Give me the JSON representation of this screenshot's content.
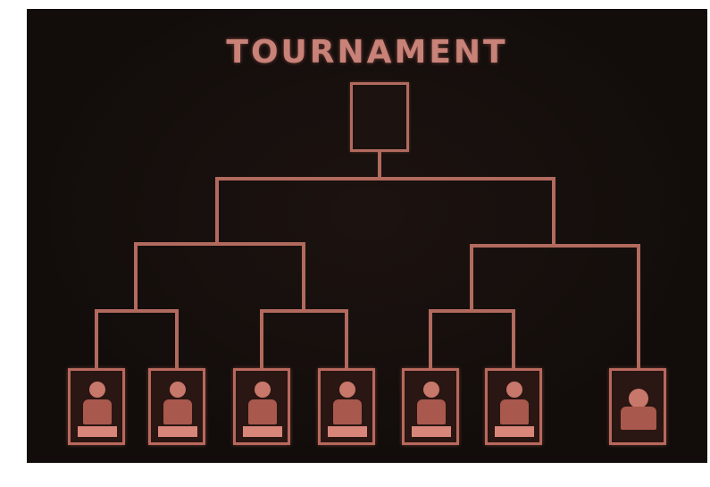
{
  "screen": {
    "title": "TOURNAMENT",
    "line_color": "#b26a5e",
    "background_color": "#120d0b"
  },
  "bracket": {
    "champion_slot": "empty",
    "entrants": [
      {
        "portrait": "fighter-portrait-1"
      },
      {
        "portrait": "fighter-portrait-2"
      },
      {
        "portrait": "fighter-portrait-3"
      },
      {
        "portrait": "fighter-portrait-4"
      },
      {
        "portrait": "fighter-portrait-5"
      },
      {
        "portrait": "fighter-portrait-6"
      },
      {
        "portrait": "fighter-portrait-7"
      }
    ]
  }
}
